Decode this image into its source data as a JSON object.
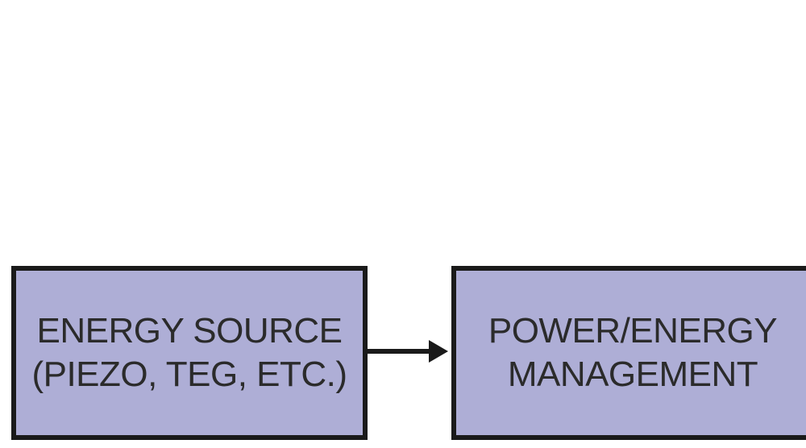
{
  "diagram": {
    "background_color": "#ffffff",
    "block_fill_color": "#aeaed6",
    "border_color": "#1a1a1a",
    "text_color": "#2b2b2b",
    "blocks": [
      {
        "id": "energy-source",
        "lines": [
          "ENERGY SOURCE",
          "(PIEZO, TEG, ETC.)"
        ]
      },
      {
        "id": "power-energy-management",
        "lines": [
          "POWER/ENERGY",
          "MANAGEMENT"
        ]
      }
    ],
    "connections": [
      {
        "from": "energy-source",
        "to": "power-energy-management",
        "arrow_icon": "arrow-right-icon"
      }
    ]
  }
}
